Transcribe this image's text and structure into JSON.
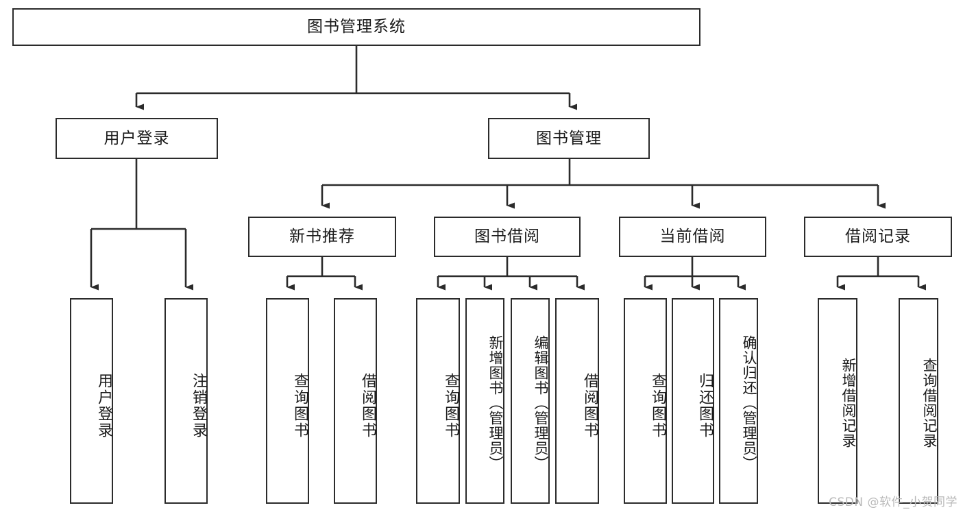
{
  "diagram": {
    "title": "图书管理系统",
    "type": "tree",
    "watermark": "CSDN @软件_小贺同学",
    "colors": {
      "box_border": "#2b2b2b",
      "box_fill": "#ffffff",
      "connector": "#2b2b2b",
      "text": "#1a1a1a",
      "watermark": "#b9b9b9",
      "background": "#ffffff"
    },
    "nodes": {
      "root": {
        "label": "图书管理系统",
        "level": 0,
        "orientation": "horizontal"
      },
      "user_login": {
        "label": "用户登录",
        "level": 1,
        "orientation": "horizontal"
      },
      "book_manage": {
        "label": "图书管理",
        "level": 1,
        "orientation": "horizontal"
      },
      "new_book_rec": {
        "label": "新书推荐",
        "level": 2,
        "orientation": "horizontal"
      },
      "book_borrow": {
        "label": "图书借阅",
        "level": 2,
        "orientation": "horizontal"
      },
      "current_borrow": {
        "label": "当前借阅",
        "level": 2,
        "orientation": "horizontal"
      },
      "borrow_record": {
        "label": "借阅记录",
        "level": 2,
        "orientation": "horizontal"
      },
      "leaf_user_login": {
        "label": "用户登录",
        "level": 3,
        "orientation": "vertical"
      },
      "leaf_logout": {
        "label": "注销登录",
        "level": 3,
        "orientation": "vertical"
      },
      "leaf_query_book_1": {
        "label": "查询图书",
        "level": 3,
        "orientation": "vertical"
      },
      "leaf_borrow_book_1": {
        "label": "借阅图书",
        "level": 3,
        "orientation": "vertical"
      },
      "leaf_query_book_2": {
        "label": "查询图书",
        "level": 3,
        "orientation": "vertical"
      },
      "leaf_add_book": {
        "label": "新增图书（管理员）",
        "level": 3,
        "orientation": "vertical"
      },
      "leaf_edit_book": {
        "label": "编辑图书（管理员）",
        "level": 3,
        "orientation": "vertical"
      },
      "leaf_borrow_book_2": {
        "label": "借阅图书",
        "level": 3,
        "orientation": "vertical"
      },
      "leaf_query_book_3": {
        "label": "查询图书",
        "level": 3,
        "orientation": "vertical"
      },
      "leaf_return_book": {
        "label": "归还图书",
        "level": 3,
        "orientation": "vertical"
      },
      "leaf_confirm_return": {
        "label": "确认归还（管理员）",
        "level": 3,
        "orientation": "vertical"
      },
      "leaf_add_record": {
        "label": "新增借阅记录",
        "level": 3,
        "orientation": "vertical"
      },
      "leaf_query_record": {
        "label": "查询借阅记录",
        "level": 3,
        "orientation": "vertical"
      }
    },
    "edges": [
      {
        "from": "root",
        "to": "user_login"
      },
      {
        "from": "root",
        "to": "book_manage"
      },
      {
        "from": "book_manage",
        "to": "new_book_rec"
      },
      {
        "from": "book_manage",
        "to": "book_borrow"
      },
      {
        "from": "book_manage",
        "to": "current_borrow"
      },
      {
        "from": "book_manage",
        "to": "borrow_record"
      },
      {
        "from": "user_login",
        "to": "leaf_user_login"
      },
      {
        "from": "user_login",
        "to": "leaf_logout"
      },
      {
        "from": "new_book_rec",
        "to": "leaf_query_book_1"
      },
      {
        "from": "new_book_rec",
        "to": "leaf_borrow_book_1"
      },
      {
        "from": "book_borrow",
        "to": "leaf_query_book_2"
      },
      {
        "from": "book_borrow",
        "to": "leaf_add_book"
      },
      {
        "from": "book_borrow",
        "to": "leaf_edit_book"
      },
      {
        "from": "book_borrow",
        "to": "leaf_borrow_book_2"
      },
      {
        "from": "current_borrow",
        "to": "leaf_query_book_3"
      },
      {
        "from": "current_borrow",
        "to": "leaf_return_book"
      },
      {
        "from": "current_borrow",
        "to": "leaf_confirm_return"
      },
      {
        "from": "borrow_record",
        "to": "leaf_add_record"
      },
      {
        "from": "borrow_record",
        "to": "leaf_query_record"
      }
    ]
  }
}
